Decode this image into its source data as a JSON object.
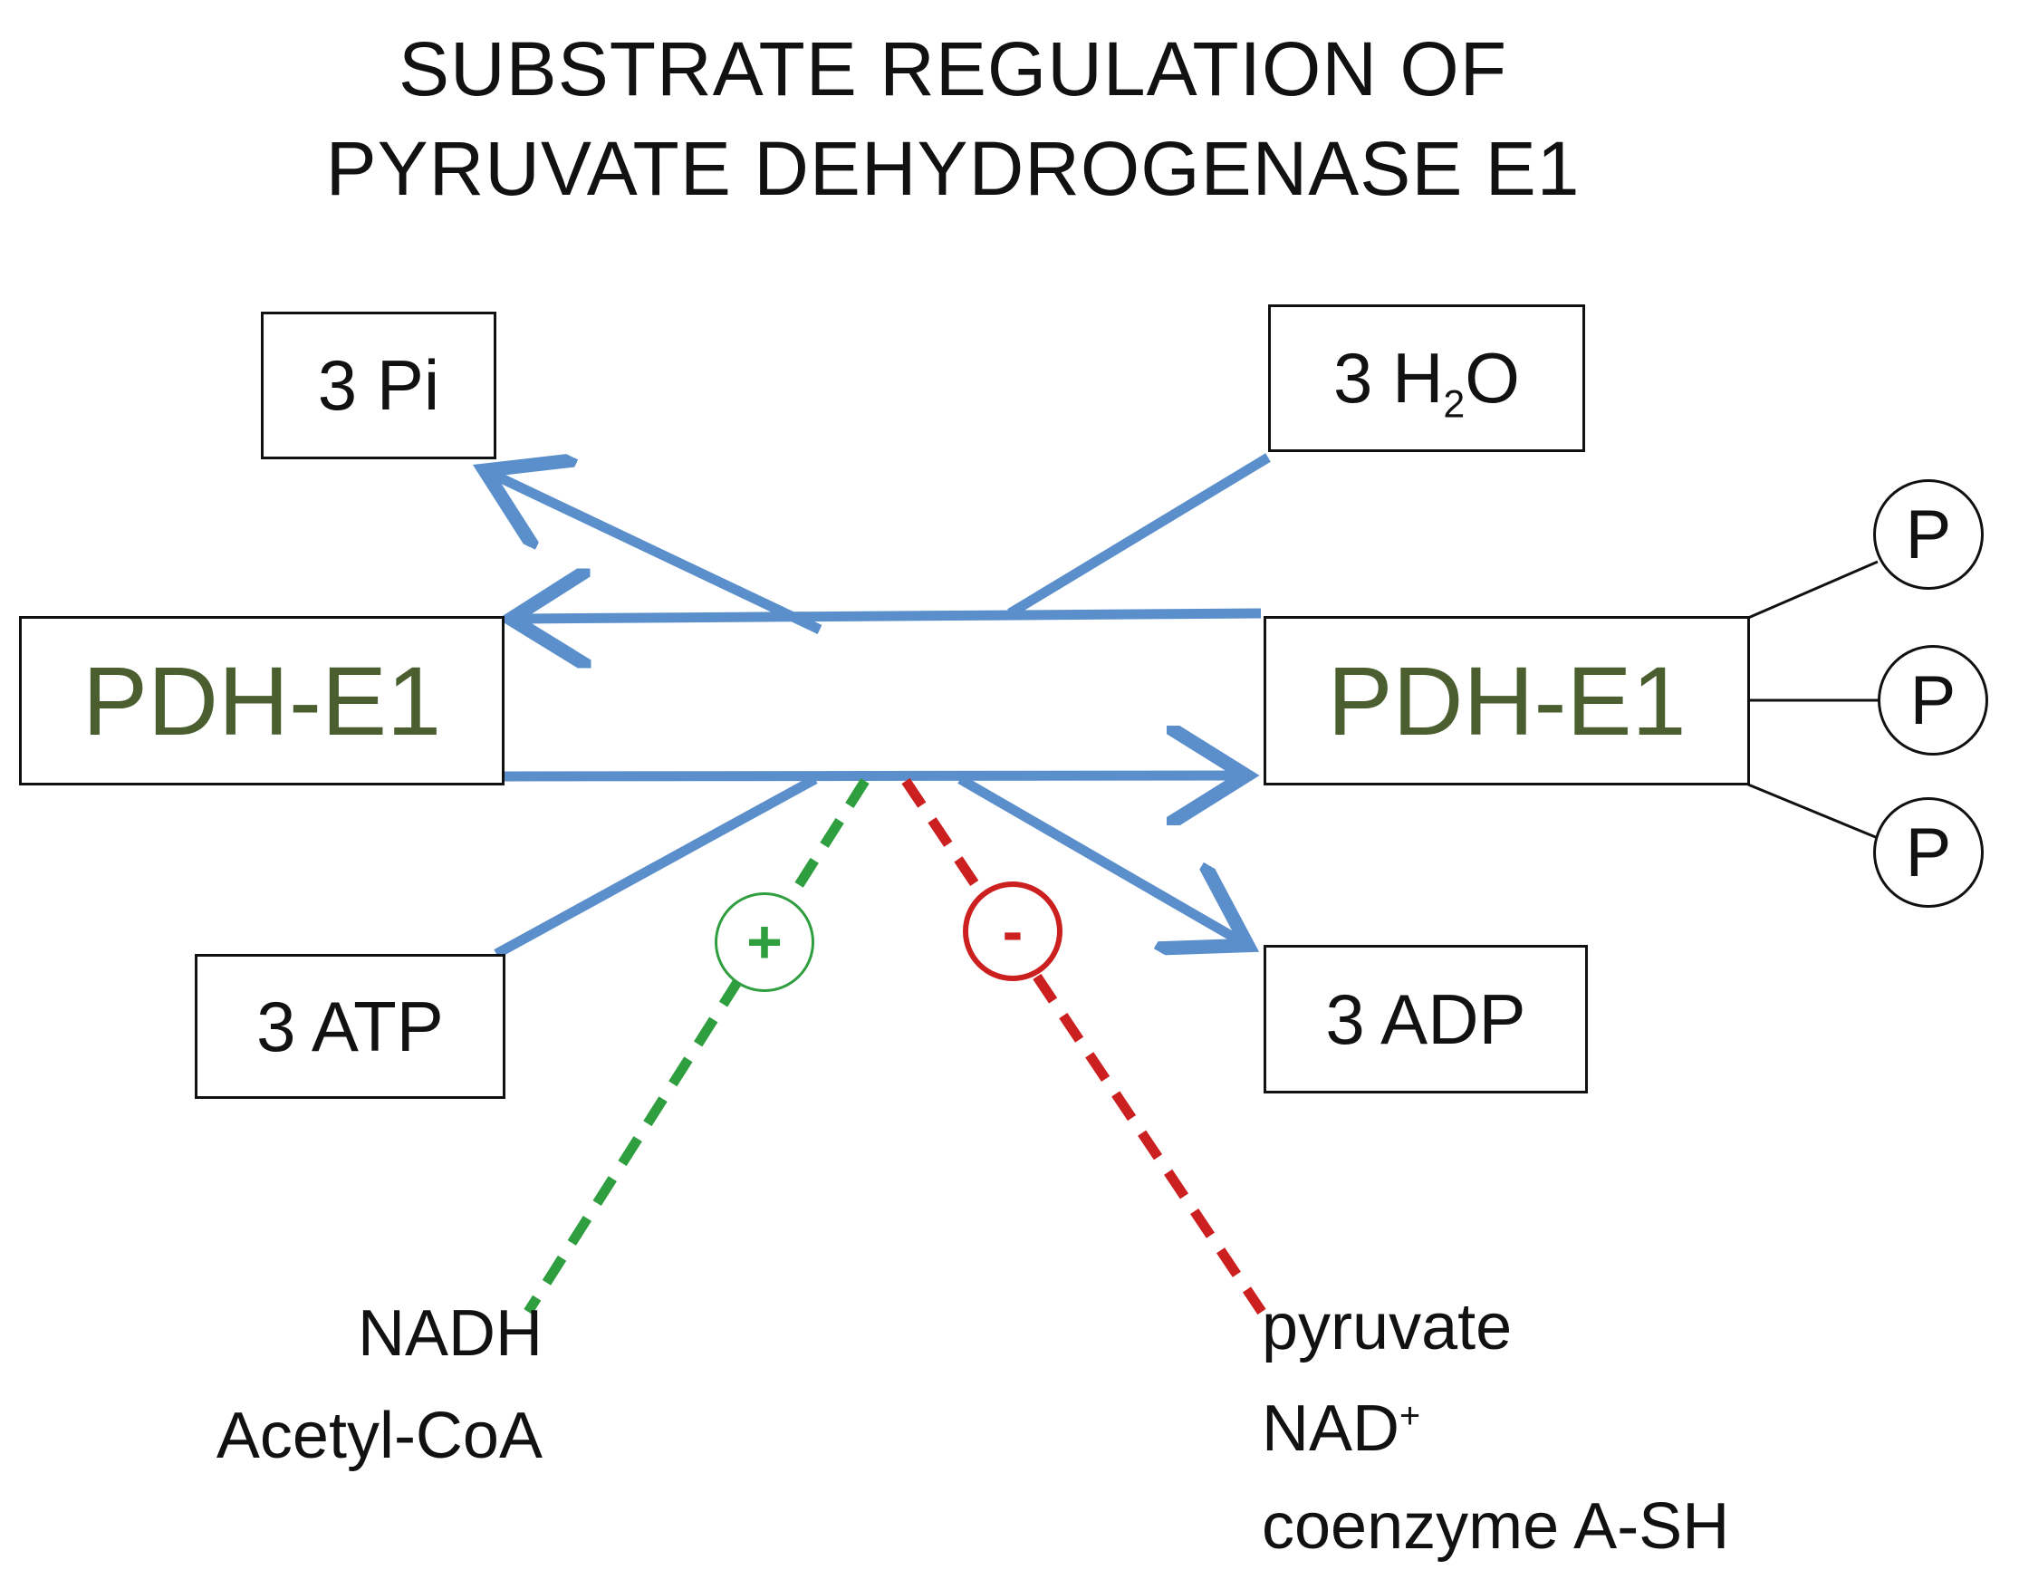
{
  "title": {
    "line1": "SUBSTRATE REGULATION OF",
    "line2": "PYRUVATE DEHYDROGENASE  E1"
  },
  "enzyme": {
    "left": "PDH-E1",
    "right": "PDH-E1"
  },
  "substrates": {
    "pi": "3 Pi",
    "water_prefix": "3 H",
    "water_sub": "2",
    "water_suffix": "O",
    "atp": "3 ATP",
    "adp": "3 ADP"
  },
  "phosphate": "P",
  "regulators": {
    "activate_symbol": "+",
    "inhibit_symbol": "-",
    "activators": [
      "NADH",
      "Acetyl-CoA"
    ],
    "inhibitors": [
      "pyruvate",
      "NAD",
      "coenzyme A-SH"
    ],
    "nad_superscript": "+"
  },
  "colors": {
    "arrow": "#5b8fcb",
    "activator": "#2e9e3e",
    "inhibitor": "#cc1f1f",
    "enzyme_text": "#4a5e2f"
  }
}
